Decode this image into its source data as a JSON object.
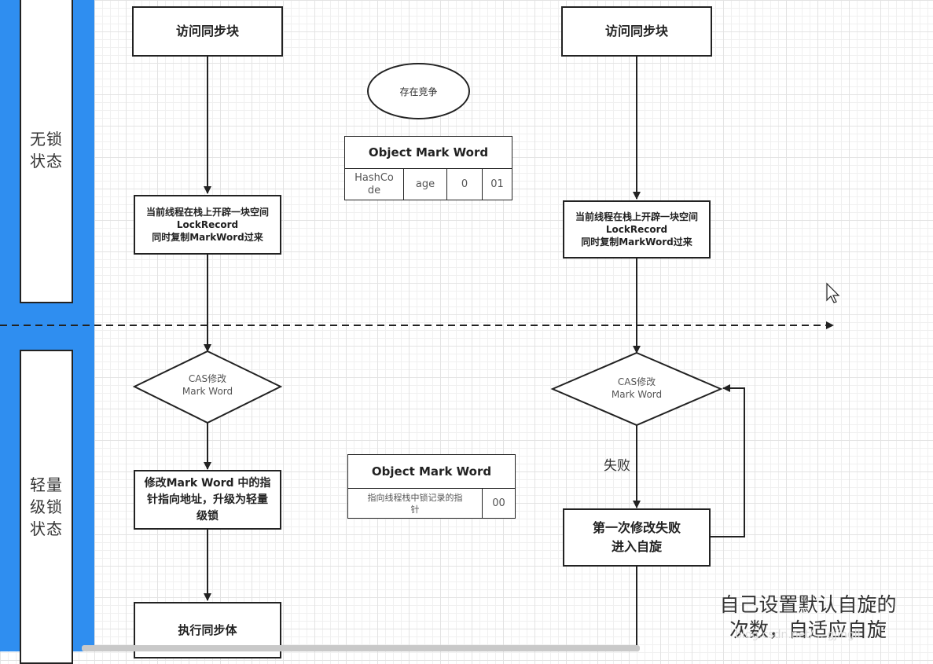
{
  "lanes": {
    "unlocked": "无锁\n状态",
    "lightweight": "轻量\n级锁\n状态"
  },
  "left_flow": {
    "access_sync": "访问同步块",
    "lock_record": "当前线程在栈上开辟一块空间\nLockRecord\n同时复制MarkWord过来",
    "cas": "CAS修改\nMark Word",
    "modify": "修改Mark Word 中的指\n针指向地址，升级为轻量\n级锁",
    "execute": "执行同步体"
  },
  "right_flow": {
    "access_sync": "访问同步块",
    "lock_record": "当前线程在栈上开辟一块空间\nLockRecord\n同时复制MarkWord过来",
    "cas": "CAS修改\nMark Word",
    "fail_label": "失败",
    "spin": "第一次修改失败\n进入自旋"
  },
  "contention_oval": "存在竞争",
  "mark_word_unlocked": {
    "title": "Object Mark Word",
    "cells": [
      "HashCo\nde",
      "age",
      "0",
      "01"
    ]
  },
  "mark_word_light": {
    "title": "Object Mark Word",
    "cells": [
      "指向线程栈中锁记录的指\n针",
      "00"
    ]
  },
  "note": "自己设置默认自旋的\n次数，自适应自旋",
  "watermark": "blog.csdn.net/... gjingll"
}
